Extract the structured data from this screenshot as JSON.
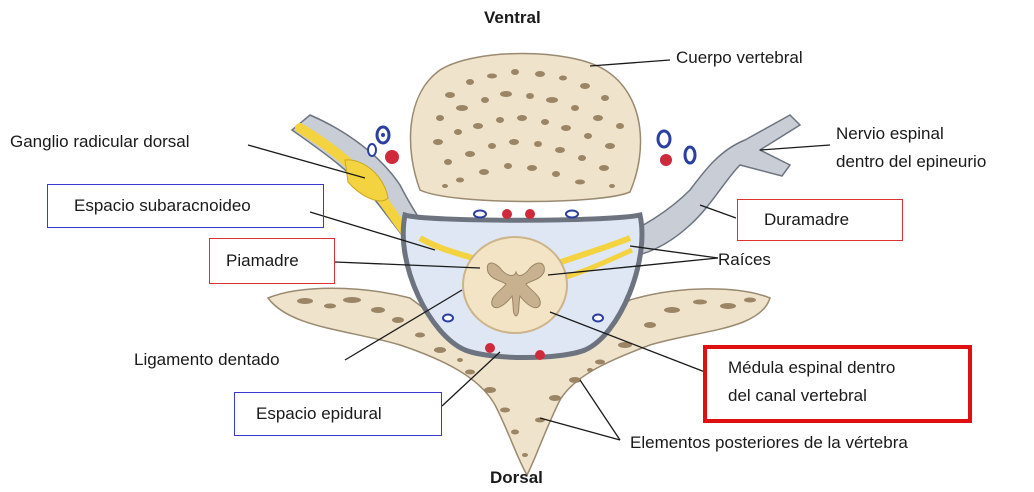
{
  "orientation": {
    "top": "Ventral",
    "bottom": "Dorsal"
  },
  "labels": {
    "cuerpo_vertebral": "Cuerpo vertebral",
    "ganglio": "Ganglio radicular dorsal",
    "nervio_line1": "Nervio espinal",
    "nervio_line2": "dentro del epineurio",
    "espacio_subaracnoideo": "Espacio subaracnoideo",
    "duramadre": "Duramadre",
    "piamadre": "Piamadre",
    "raices": "Raíces",
    "ligamento": "Ligamento dentado",
    "medula_line1": "Médula espinal dentro",
    "medula_line2": "del canal vertebral",
    "espacio_epidural": "Espacio epidural",
    "elementos": "Elementos posteriores de la vértebra"
  },
  "colors": {
    "bone_fill": "#efe3cc",
    "bone_outline": "#9a8a70",
    "bone_spots": "#9b8565",
    "dura": "#6d7480",
    "nerve_gray": "#c9ced6",
    "nerve_yellow": "#f4d340",
    "csf": "#dfe7f4",
    "cord": "#f3e4c6",
    "grey_matter": "#c8b18e",
    "vessel_red": "#cf2a3c",
    "vessel_blue": "#2b3fa0",
    "box_blue": "#3a3ad0",
    "box_red": "#e03030"
  }
}
